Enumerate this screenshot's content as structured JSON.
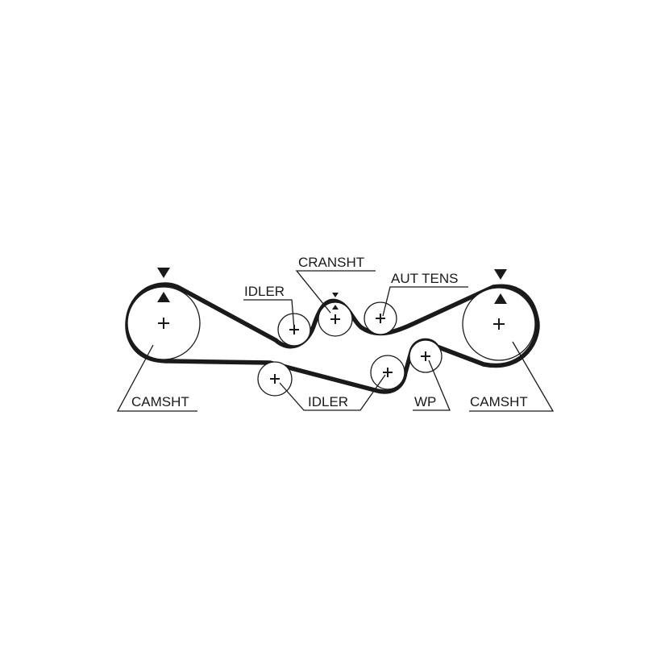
{
  "labels": {
    "camsht_left": "CAMSHT",
    "idler_top": "IDLER",
    "cranksht": "CRANSHT",
    "aut_tens": "AUT TENS",
    "camsht_right": "CAMSHT",
    "idler_bottom": "IDLER",
    "wp": "WP"
  },
  "colors": {
    "line": "#1a1a1a",
    "background": "#ffffff"
  }
}
